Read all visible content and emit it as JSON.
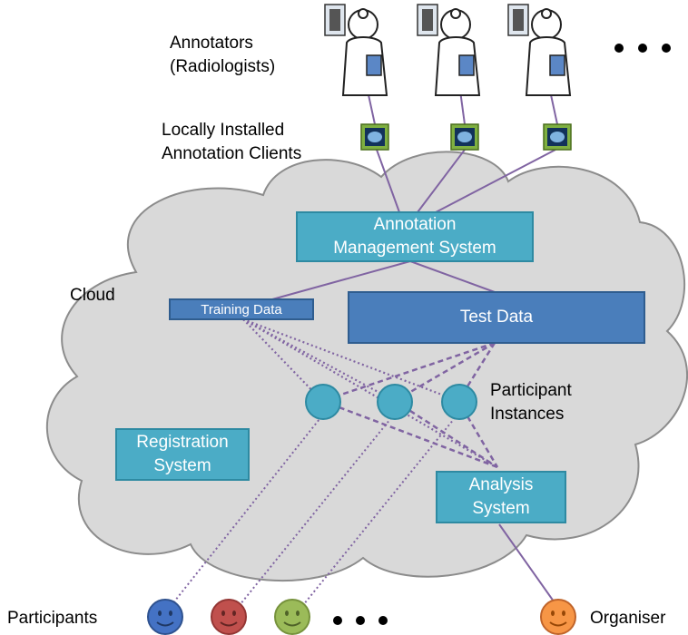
{
  "labels": {
    "annotators": "Annotators\n(Radiologists)",
    "clients": "Locally Installed\nAnnotation Clients",
    "cloud": "Cloud",
    "participant_instances": "Participant\nInstances",
    "participants": "Participants",
    "organiser": "Organiser"
  },
  "boxes": {
    "annotation_management": "Annotation\nManagement System",
    "training_data": "Training Data",
    "test_data": "Test Data",
    "registration": "Registration\nSystem",
    "analysis": "Analysis\nSystem"
  },
  "colors": {
    "cloud_fill": "#d9d9d9",
    "cloud_stroke": "#8c8c8c",
    "box_teal": "#4bacc6",
    "box_blue": "#4a7ebb",
    "connector": "#8064a2",
    "instance_fill": "#4bacc6",
    "client_frame": "#6a9a2a",
    "participant_face_colors": [
      "#4472c4",
      "#c0504d",
      "#9bbb59"
    ],
    "organiser_face_color": "#f79646"
  },
  "icons": {
    "annotator": "radiologist-cartoon-icon",
    "client": "brain-scan-monitor-icon",
    "participant": "smiley-face-icon",
    "ellipsis": "ellipsis-dots"
  }
}
